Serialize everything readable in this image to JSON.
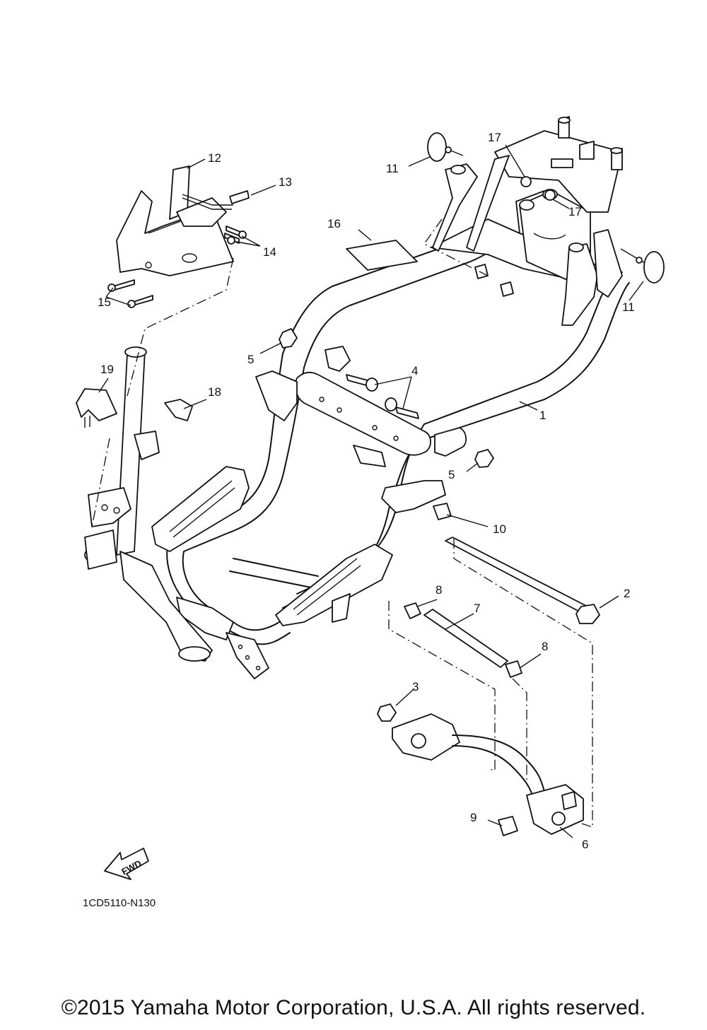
{
  "callouts": [
    {
      "id": "c1",
      "text": "1"
    },
    {
      "id": "c2",
      "text": "2"
    },
    {
      "id": "c3",
      "text": "3"
    },
    {
      "id": "c4",
      "text": "4"
    },
    {
      "id": "c5a",
      "text": "5"
    },
    {
      "id": "c5b",
      "text": "5"
    },
    {
      "id": "c6",
      "text": "6"
    },
    {
      "id": "c7",
      "text": "7"
    },
    {
      "id": "c8a",
      "text": "8"
    },
    {
      "id": "c8b",
      "text": "8"
    },
    {
      "id": "c9",
      "text": "9"
    },
    {
      "id": "c10",
      "text": "10"
    },
    {
      "id": "c11a",
      "text": "11"
    },
    {
      "id": "c11b",
      "text": "11"
    },
    {
      "id": "c12",
      "text": "12"
    },
    {
      "id": "c13",
      "text": "13"
    },
    {
      "id": "c14",
      "text": "14"
    },
    {
      "id": "c15",
      "text": "15"
    },
    {
      "id": "c16",
      "text": "16"
    },
    {
      "id": "c17a",
      "text": "17"
    },
    {
      "id": "c17b",
      "text": "17"
    },
    {
      "id": "c18",
      "text": "18"
    },
    {
      "id": "c19",
      "text": "19"
    }
  ],
  "fwd_label": "FWD",
  "diagram_code": "1CD5110-N130",
  "copyright": "©2015 Yamaha Motor Corporation, U.S.A. All rights reserved."
}
